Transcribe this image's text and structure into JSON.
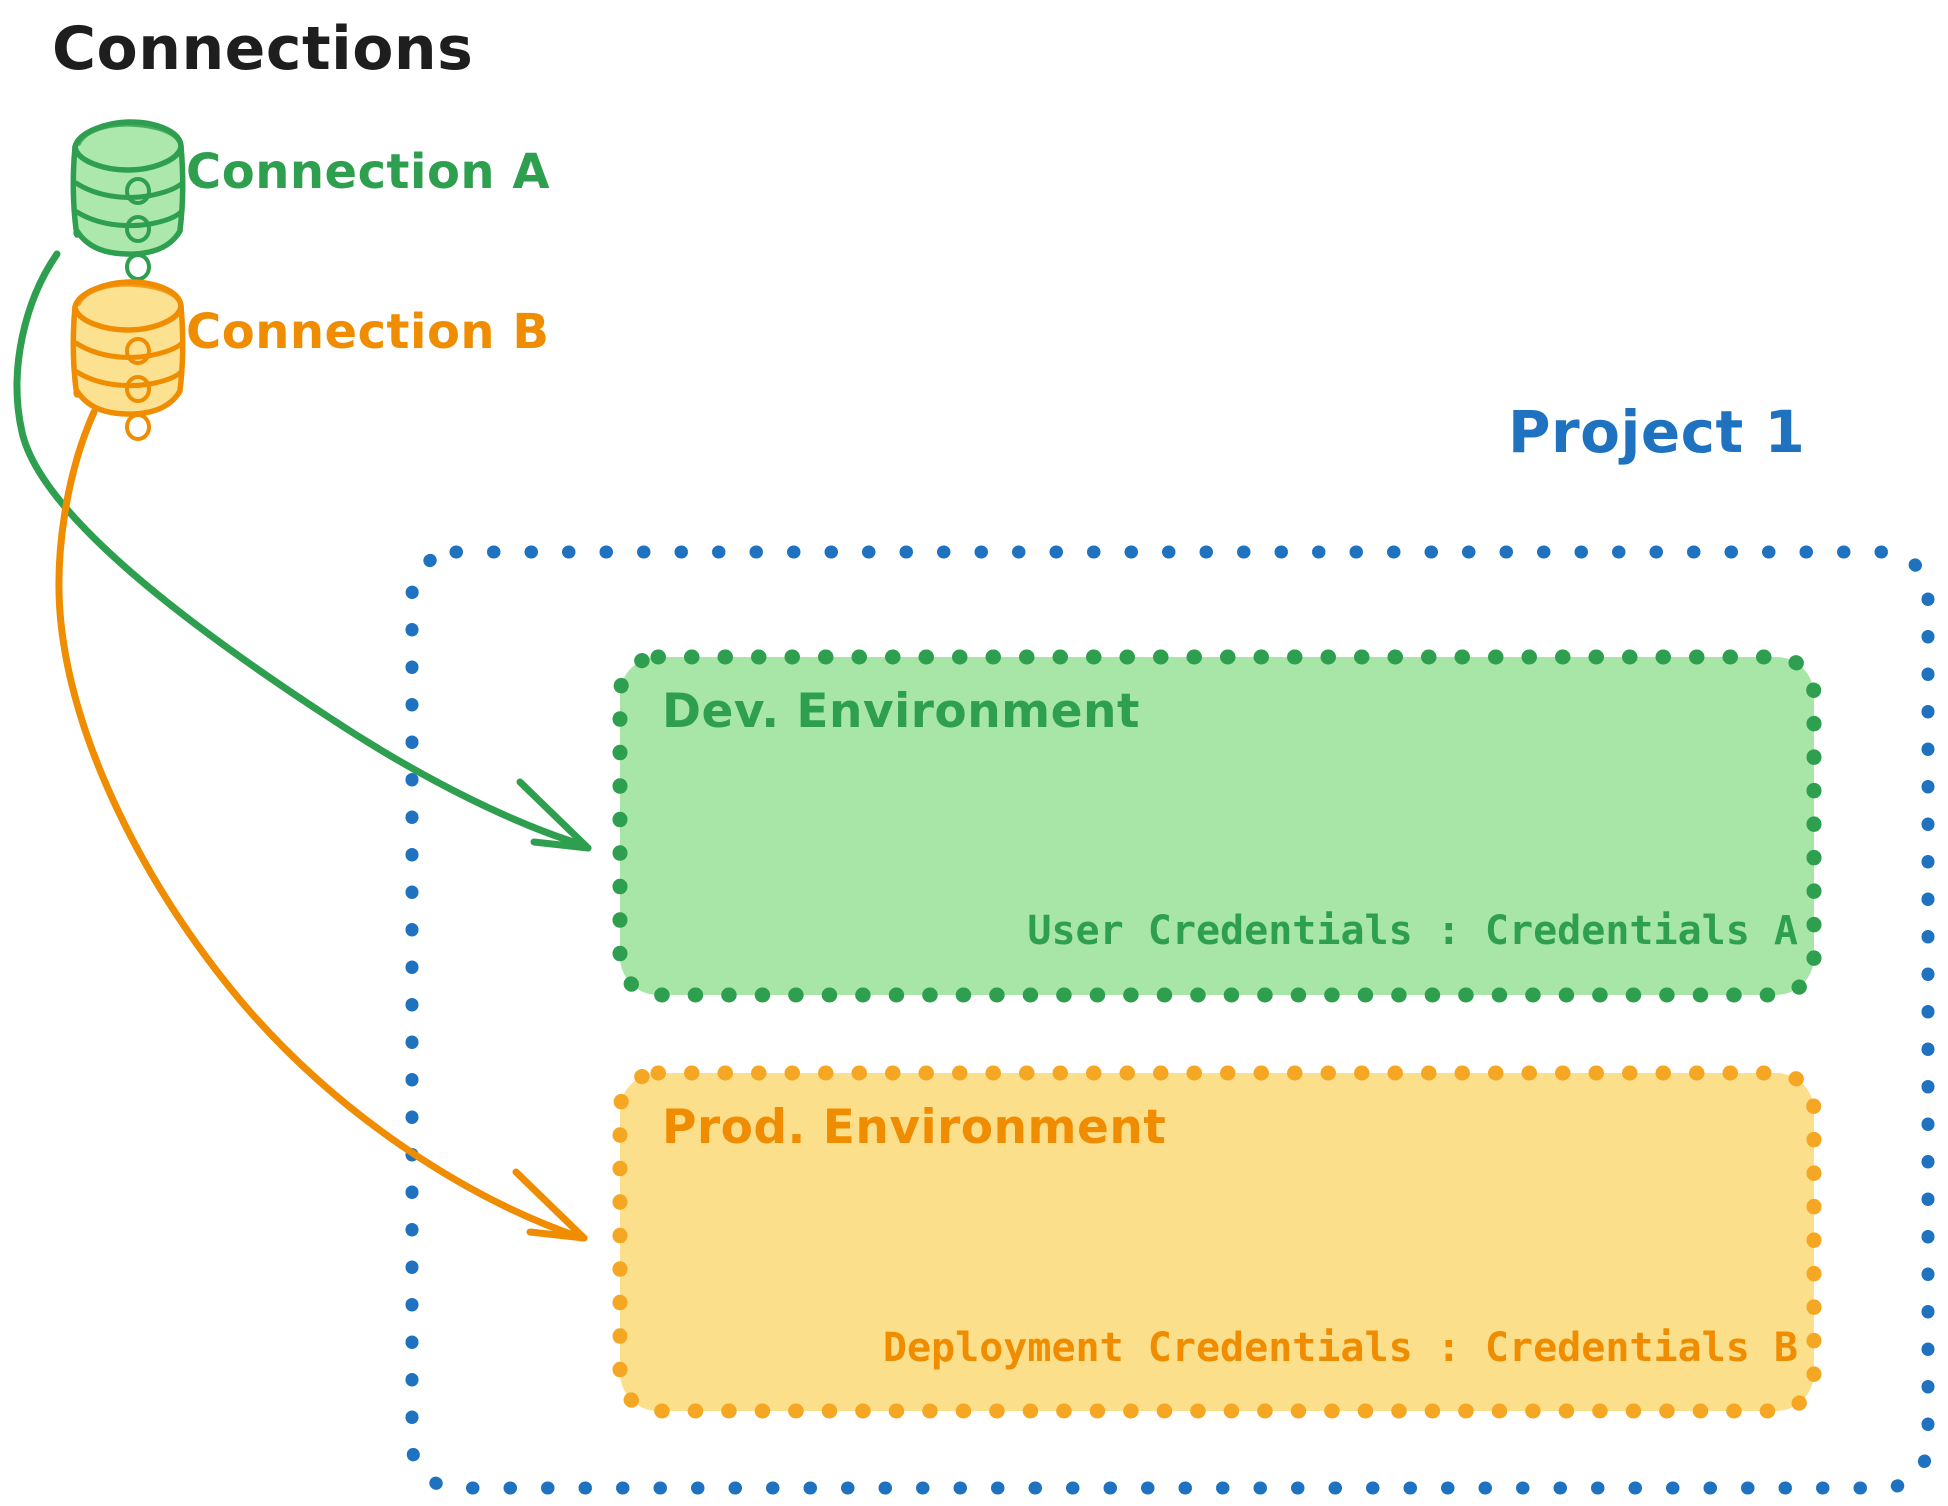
{
  "diagram": {
    "title": "Connections",
    "title_color": "#1e1e1e"
  },
  "connections": [
    {
      "id": "connection-a",
      "label": "Connection A",
      "icon": "database-cylinder-icon",
      "stroke_color": "#2e9e4f",
      "fill_color": "#a8e6a8",
      "target": "dev-environment"
    },
    {
      "id": "connection-b",
      "label": "Connection B",
      "icon": "database-cylinder-icon",
      "stroke_color": "#f08c00",
      "fill_color": "#fcdf8a",
      "target": "prod-environment"
    }
  ],
  "project": {
    "label": "Project 1",
    "border_color": "#1f72c0",
    "border_style": "dotted",
    "environments": [
      {
        "id": "dev-environment",
        "title": "Dev. Environment",
        "credential_label": "User Credentials",
        "credential_separator": ":",
        "credential_value": "Credentials A",
        "credential_line": "User Credentials : Credentials A",
        "stroke_color": "#2e9e4f",
        "fill_color": "#a8e6a8"
      },
      {
        "id": "prod-environment",
        "title": "Prod. Environment",
        "credential_label": "Deployment Credentials",
        "credential_separator": ":",
        "credential_value": "Credentials B",
        "credential_line": "Deployment Credentials : Credentials B",
        "stroke_color": "#f08c00",
        "fill_color": "#fcdf8a"
      }
    ]
  },
  "arrows": [
    {
      "id": "arrow-connection-a-to-dev",
      "from": "connection-a",
      "to": "dev-environment",
      "color": "#2e9e4f"
    },
    {
      "id": "arrow-connection-b-to-prod",
      "from": "connection-b",
      "to": "prod-environment",
      "color": "#f08c00"
    }
  ]
}
